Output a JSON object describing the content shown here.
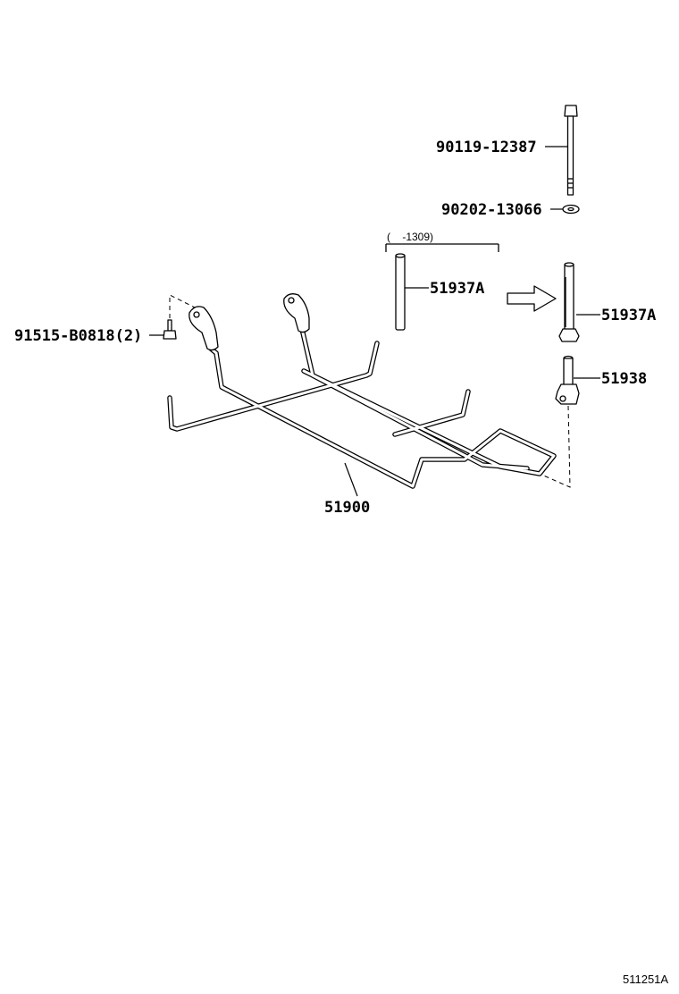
{
  "diagram": {
    "parts": [
      {
        "id": "bolt",
        "label": "90119-12387"
      },
      {
        "id": "washer",
        "label": "90202-13066"
      },
      {
        "id": "rod-old",
        "label": "51937A"
      },
      {
        "id": "rod-new",
        "label": "51937A"
      },
      {
        "id": "bracket",
        "label": "51938"
      },
      {
        "id": "small-bolt",
        "label": "91515-B0818(2)"
      },
      {
        "id": "carrier",
        "label": "51900"
      }
    ],
    "applicability_note": "(    -1309)",
    "figure_id": "511251A",
    "colors": {
      "ink": "#000000",
      "background": "#ffffff"
    }
  }
}
